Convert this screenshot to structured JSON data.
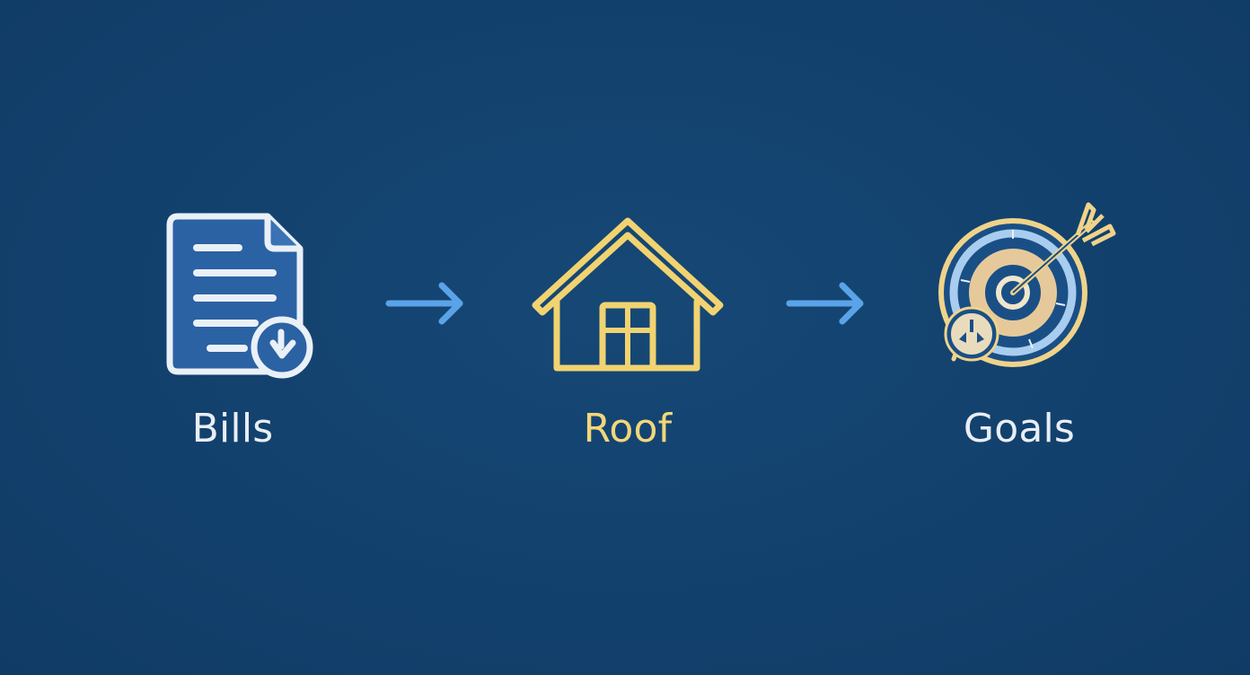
{
  "colors": {
    "background": "#12406c",
    "bills_stroke": "#eaf0f7",
    "bills_fill": "#2a62a4",
    "roof_stroke": "#f1d371",
    "goals_text": "#e9eef5",
    "goals_gold": "#f0d38a",
    "goals_light_blue": "#a9cdee",
    "goals_beige": "#e6c99a",
    "arrow": "#5aa3e8"
  },
  "steps": [
    {
      "label": "Bills",
      "icon": "bill-document-icon",
      "color": "#e9eef5"
    },
    {
      "label": "Roof",
      "icon": "house-icon",
      "color": "#f3d779"
    },
    {
      "label": "Goals",
      "icon": "target-arrow-icon",
      "color": "#e9eef5"
    }
  ],
  "arrows": [
    {
      "icon": "arrow-right-icon"
    },
    {
      "icon": "arrow-right-icon"
    }
  ]
}
